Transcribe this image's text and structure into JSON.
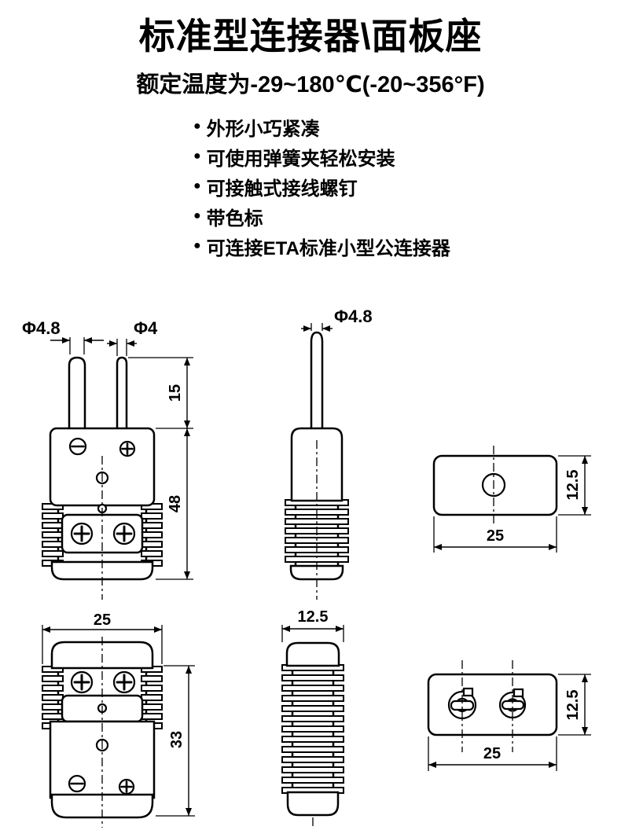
{
  "title": "标准型连接器\\面板座",
  "subtitle": "额定温度为-29~180℃(-20~356°F)",
  "features": [
    "外形小巧紧凑",
    "可使用弹簧夹轻松安装",
    "可接触式接线螺钉",
    "带色标",
    "可连接ETA标准小型公连接器"
  ],
  "icons": {
    "bullet": "●"
  },
  "drawing": {
    "front": {
      "dia_left": "Φ4.8",
      "dia_right": "Φ4",
      "pin_length": "15",
      "body_height": "48"
    },
    "side_top": {
      "dia": "Φ4.8"
    },
    "panel_top": {
      "height": "12.5",
      "width": "25"
    },
    "back": {
      "width": "25",
      "height": "33"
    },
    "side_bottom": {
      "width": "12.5"
    },
    "panel_front": {
      "height": "12.5",
      "width": "25"
    }
  },
  "colors": {
    "ink": "#000000",
    "background": "#ffffff"
  }
}
